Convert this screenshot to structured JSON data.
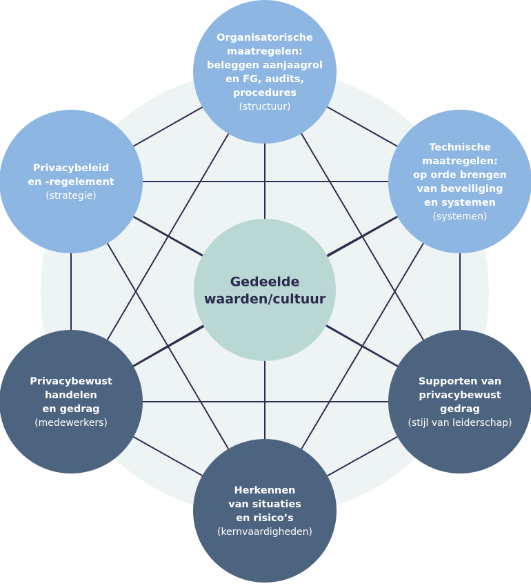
{
  "colors": {
    "halo": "#eef3f4",
    "line": "#2d2d4f",
    "center_fill": "#b9d8d3",
    "center_text": "#2c2a4e",
    "light_node": "#8db6e2",
    "dark_node": "#4d6480",
    "node_text": "#ffffff"
  },
  "center": {
    "lines": [
      "Gedeelde",
      "waarden/cultuur"
    ]
  },
  "nodes": [
    {
      "id": "structuur",
      "tone": "light",
      "title_lines": [
        "Organisatorische",
        "maatregelen:",
        "beleggen aanjaagrol",
        "en FG, audits,",
        "procedures"
      ],
      "subtitle": "(structuur)"
    },
    {
      "id": "systemen",
      "tone": "light",
      "title_lines": [
        "Technische",
        "maatregelen:",
        "op orde brengen",
        "van beveiliging",
        "en systemen"
      ],
      "subtitle": "(systemen)"
    },
    {
      "id": "stijl",
      "tone": "dark",
      "title_lines": [
        "Supporten van",
        "privacybewust",
        "gedrag"
      ],
      "subtitle": "(stijl van leiderschap)"
    },
    {
      "id": "kernvaardigheden",
      "tone": "dark",
      "title_lines": [
        "Herkennen",
        "van situaties",
        "en risico’s"
      ],
      "subtitle": "(kernvaardigheden)"
    },
    {
      "id": "medewerkers",
      "tone": "dark",
      "title_lines": [
        "Privacybewust",
        "handelen",
        "en gedrag"
      ],
      "subtitle": "(medewerkers)"
    },
    {
      "id": "strategie",
      "tone": "light",
      "title_lines": [
        "Privacybeleid",
        "en -regelement"
      ],
      "subtitle": "(strategie)"
    }
  ]
}
